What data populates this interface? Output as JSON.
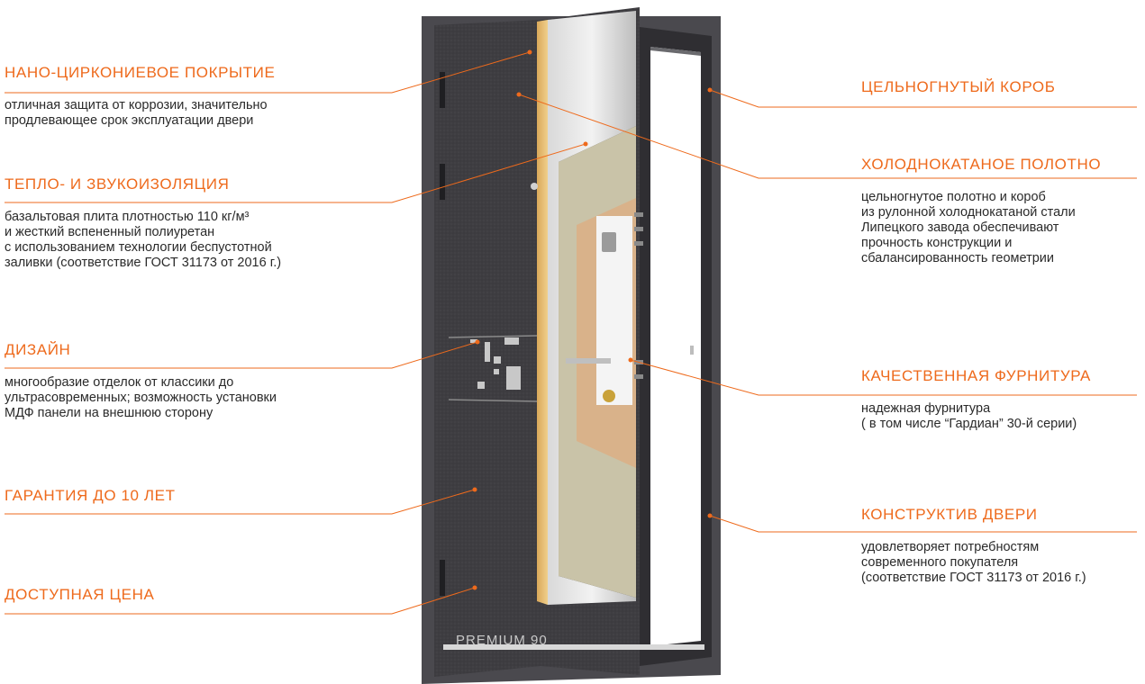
{
  "features": [
    {
      "id": "nano-coating",
      "title": "НАНО-ЦИРКОНИЕВОЕ ПОКРЫТИЕ",
      "desc": "отличная защита от коррозии, значительно\nпродлевающее срок эксплуатации двери"
    },
    {
      "id": "insulation",
      "title": "ТЕПЛО- И ЗВУКОИЗОЛЯЦИЯ",
      "desc": "базальтовая плита плотностью 110 кг/м³\nи жесткий вспененный полиуретан\nс использованием технологии беспустотной\nзаливки (соответствие ГОСТ 31173 от 2016 г.)"
    },
    {
      "id": "design",
      "title": "ДИЗАЙН",
      "desc": "многообразие отделок от классики до\nультрасовременных; возможность установки\nМДФ панели на внешнюю сторону"
    },
    {
      "id": "warranty",
      "title": "ГАРАНТИЯ ДО 10 ЛЕТ",
      "desc": ""
    },
    {
      "id": "price",
      "title": "ДОСТУПНАЯ ЦЕНА",
      "desc": ""
    },
    {
      "id": "frame",
      "title": "ЦЕЛЬНОГНУТЫЙ КОРОБ",
      "desc": ""
    },
    {
      "id": "cold-rolled",
      "title": "ХОЛОДНОКАТАНОЕ ПОЛОТНО",
      "desc": "цельногнутое полотно и короб\nиз рулонной холоднокатаной стали\nЛипецкого завода обеспечивают\nпрочность конструкции и\nсбалансированность геометрии"
    },
    {
      "id": "hardware",
      "title": "КАЧЕСТВЕННАЯ ФУРНИТУРА",
      "desc": "надежная фурнитура\n( в том числе “Гардиан” 30-й серии)"
    },
    {
      "id": "construction",
      "title": "КОНСТРУКТИВ ДВЕРИ",
      "desc": "удовлетворяет потребностям\nсовременного покупателя\n(соответствие ГОСТ 31173 от 2016 г.)"
    }
  ],
  "product_label": "PREMIUM 90",
  "colors": {
    "accent": "#ee6a1c",
    "text": "#2a2a2a",
    "door": "#3e3d41"
  }
}
